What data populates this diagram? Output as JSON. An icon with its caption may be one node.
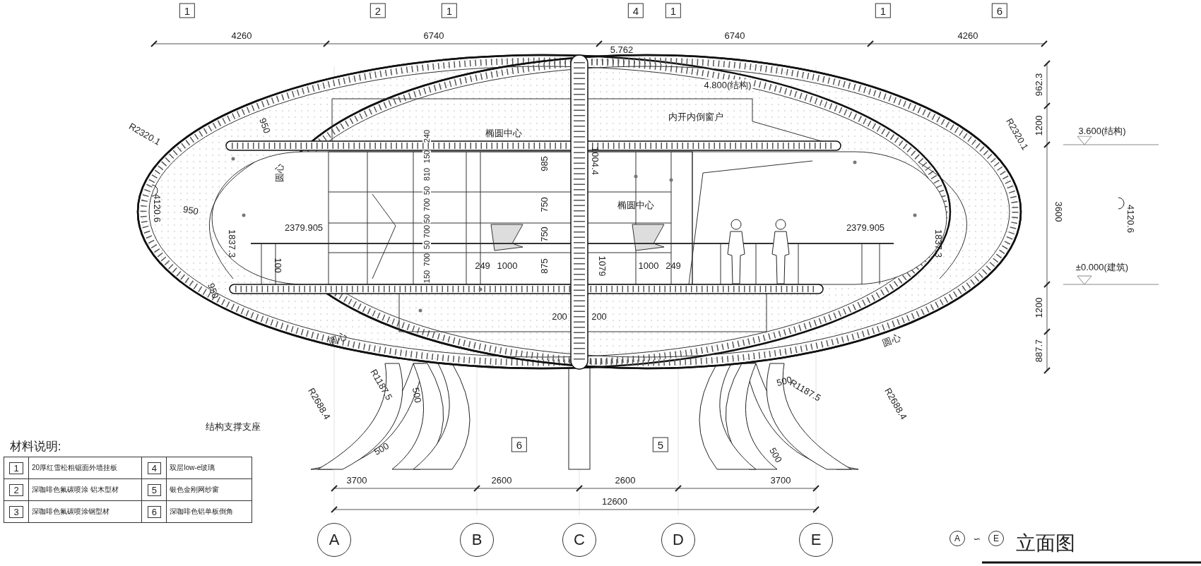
{
  "diagram": {
    "title": "立面图",
    "labels": [
      "1",
      "2",
      "1",
      "4",
      "1",
      "1",
      "6",
      "4260",
      "6740",
      "6740",
      "4260",
      "5.762",
      "4.800(结构)",
      "962.3",
      "950",
      "内开内倒窗户",
      "椭圆中心",
      "1200",
      "3.600(结构)",
      "R2320.1",
      "R2320.1",
      "240",
      "150",
      "810",
      "50",
      "700",
      "50",
      "700",
      "50",
      "700",
      "150",
      "1004.4",
      "985",
      "圆心",
      "4120.6",
      "椭圆中心",
      "750",
      "4120.6",
      "3600",
      "950",
      "2379.905",
      "2379.905",
      "750",
      "1837.3",
      "1837.3",
      "100",
      "249",
      "1000",
      "875",
      "1079",
      "1000",
      "249",
      "±0.000(建筑)",
      "950",
      "200",
      "200",
      "1200",
      "圆心",
      "圆心",
      "887.7",
      "R1187.5",
      "500",
      "R2688.4",
      "500",
      "R1187.5",
      "R2688.4",
      "结构支撑支座",
      "6",
      "5",
      "500",
      "500",
      "材料说明:",
      "1",
      "20厚红雪松粗锯面外墙挂板",
      "4",
      "双层low-e玻璃",
      "2",
      "深咖啡色氟碳喷涂 铝木型材",
      "5",
      "银色金刚网纱窗",
      "3",
      "深咖啡色氟碳喷涂钢型材",
      "6",
      "深咖啡色铝单板倒角",
      "3700",
      "2600",
      "2600",
      "3700",
      "12600",
      "A",
      "B",
      "C",
      "D",
      "E",
      "A",
      "∽",
      "E"
    ]
  }
}
